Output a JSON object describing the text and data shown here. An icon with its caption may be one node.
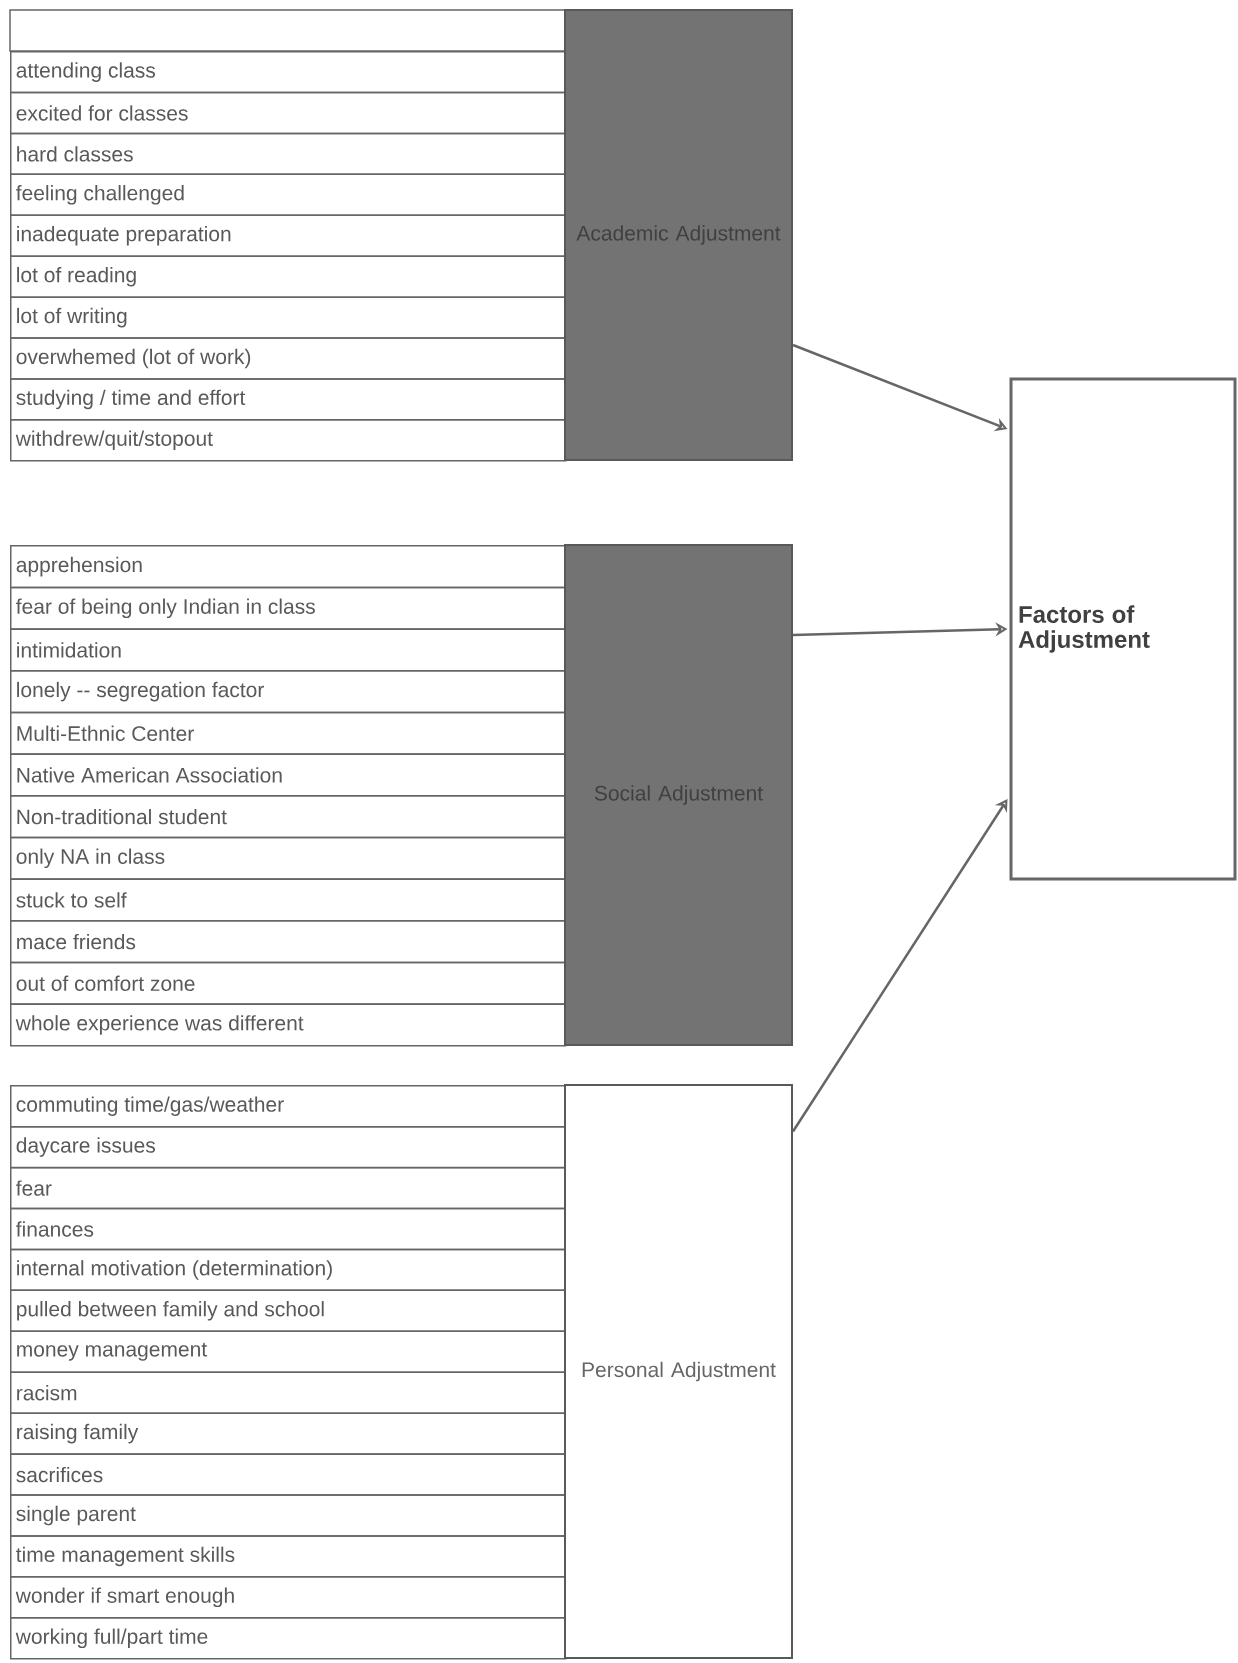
{
  "diagram": {
    "nodes": [
      {
        "text": [
          "Academic Adjustment"
        ]
      },
      {
        "text": [
          "Social Adjustment"
        ]
      },
      {
        "text": [
          "Personal Adjustment"
        ]
      },
      {
        "text": [
          "Factors of Adjustment"
        ]
      }
    ],
    "edges": [
      {
        "from": 0,
        "to": 3,
        "arrow": "to"
      },
      {
        "from": 1,
        "to": 3,
        "arrow": "to"
      },
      {
        "from": 2,
        "to": 3,
        "arrow": "to"
      }
    ],
    "labels": [
      "attending class",
      "excited for classes",
      "hard classes",
      "feeling challenged",
      "inadequate preparation",
      "lot of reading",
      "lot of writing",
      "overwhemed (lot of work)",
      "studying / time and effort",
      "withdrew/quit/stopout",
      "apprehension",
      "fear of being only Indian in class",
      "intimidation",
      "lonely -- segregation factor",
      "Multi-Ethnic Center",
      "Native American Association",
      "Non-traditional student",
      "only NA in class",
      "stuck to self",
      "mace friends",
      "out of comfort zone",
      "whole experience was different",
      "commuting time/gas/weather",
      "daycare issues",
      "fear",
      "finances",
      "internal motivation (determination)",
      "pulled between family and school",
      "money management",
      "racism",
      "raising family",
      "sacrifices",
      "single parent",
      "time management skills",
      "wonder if smart enough",
      "working full/part time"
    ]
  }
}
